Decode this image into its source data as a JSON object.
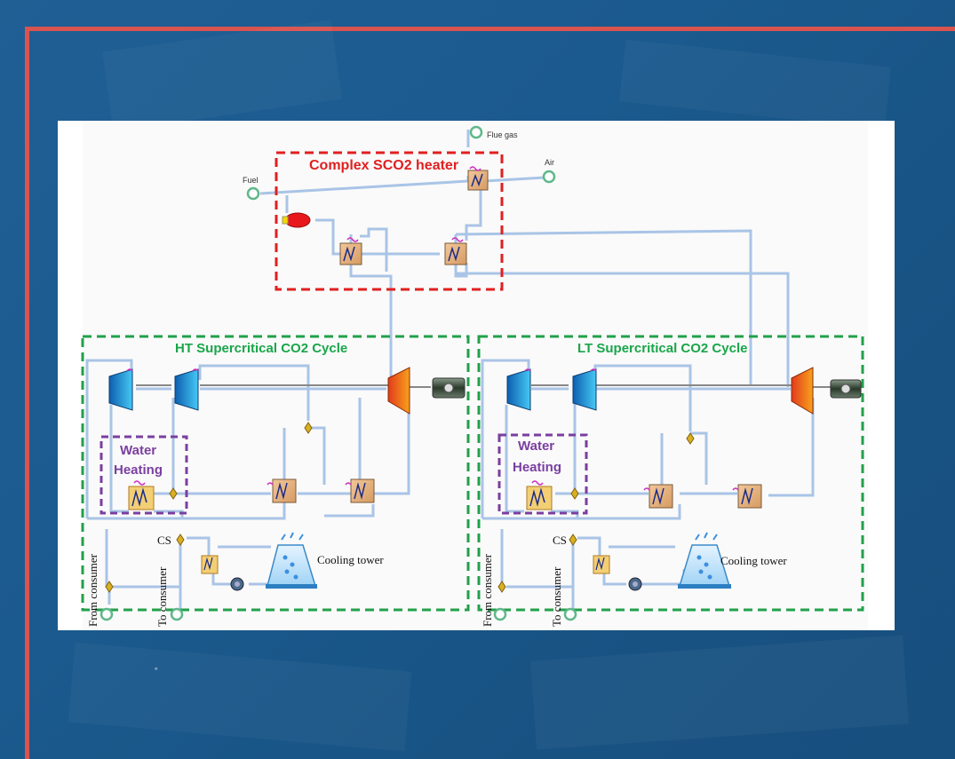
{
  "diagram": {
    "heater_title": "Complex SCO2 heater",
    "ht_title": "HT Supercritical CO2 Cycle",
    "lt_title": "LT Supercritical CO2 Cycle",
    "water_heating_line1": "Water",
    "water_heating_line2": "Heating",
    "cooling_tower": "Cooling tower",
    "cs": "CS",
    "from_consumer": "From consumer",
    "to_consumer": "To consumer",
    "fuel": "Fuel",
    "air": "Air",
    "flue_gas": "Flue gas",
    "colors": {
      "heater_border": "#e02020",
      "cycle_border": "#22a04a",
      "water_border": "#7a3fa0",
      "pipe": "#a9c4e6",
      "heater_text": "#e02020",
      "cycle_text": "#1aa64a",
      "water_text": "#7a3fa0"
    }
  },
  "footnote": "。"
}
